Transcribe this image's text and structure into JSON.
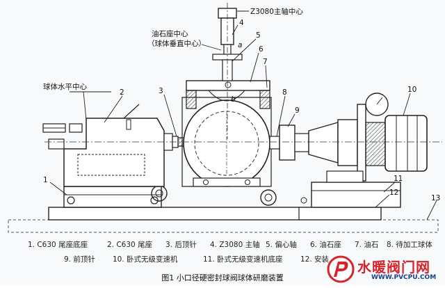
{
  "callouts": {
    "z3080_center": "Z3080主轴中心",
    "oilstone_center_line1": "油石座中心",
    "oilstone_center_line2": "（球体垂直中心）",
    "ball_horizontal_center": "球体水平中心",
    "letter_a": "a",
    "letter_b": "b",
    "numbers": [
      "1",
      "2",
      "3",
      "4",
      "5",
      "6",
      "7",
      "8",
      "9",
      "10",
      "11",
      "12",
      "13"
    ]
  },
  "legend": {
    "row1": [
      "1. C630 尾座底座",
      "2. C630 尾座",
      "3. 后顶针",
      "4. Z3080 主轴",
      "5. 偏心轴",
      "6. 油石座",
      "7. 油石",
      "8. 待加工球体"
    ],
    "row2": [
      "9. 前顶针",
      "10. 卧式无级变速机",
      "11. 卧式无级变速机底座",
      "12. 安装"
    ]
  },
  "caption": "图1  小口径硬密封球阀球体研磨装置",
  "watermark": {
    "brand": "水暖阀门网",
    "url": "WWW.PVCPU.COM",
    "brand_color": "#d8232a",
    "url_color": "#1a3e8c"
  }
}
